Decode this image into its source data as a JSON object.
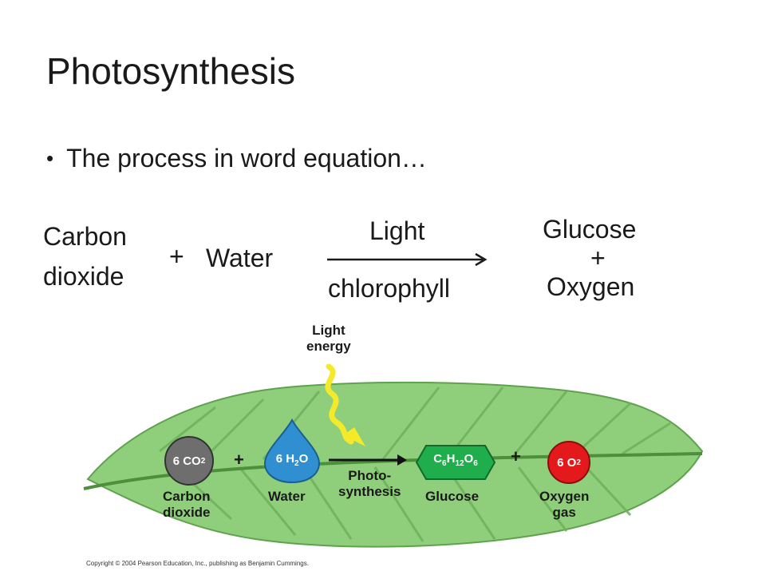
{
  "slide": {
    "title": "Photosynthesis",
    "bullet": "The process in word equation…"
  },
  "equation": {
    "reactant1_line1": "Carbon",
    "reactant1_line2": "dioxide",
    "plus": "+",
    "reactant2": "Water",
    "condition_top": "Light",
    "condition_bottom": "chlorophyll",
    "product1": "Glucose",
    "product2": "Oxygen"
  },
  "figure": {
    "light_line1": "Light",
    "light_line2": "energy",
    "co2_formula": "6 CO",
    "co2_sub": "2",
    "h2o_formula_a": "6 H",
    "h2o_sub": "2",
    "h2o_formula_b": "O",
    "glucose_formula": [
      "C",
      "6",
      "H",
      "12",
      "O",
      "6"
    ],
    "o2_formula": "6 O",
    "o2_sub": "2",
    "plus": "+",
    "label_co2_1": "Carbon",
    "label_co2_2": "dioxide",
    "label_water": "Water",
    "label_photo_1": "Photo-",
    "label_photo_2": "synthesis",
    "label_glucose": "Glucose",
    "label_oxygen_1": "Oxygen",
    "label_oxygen_2": "gas",
    "colors": {
      "leaf": "#8fcf7b",
      "leaf_edge": "#5fa24d",
      "co2": "#6e6e6e",
      "water": "#2f8fd0",
      "glucose": "#1fae4b",
      "oxygen": "#e3191c",
      "light": "#f4ea2a"
    }
  },
  "copyright": "Copyright © 2004 Pearson Education, Inc., publishing as Benjamin Cummings."
}
